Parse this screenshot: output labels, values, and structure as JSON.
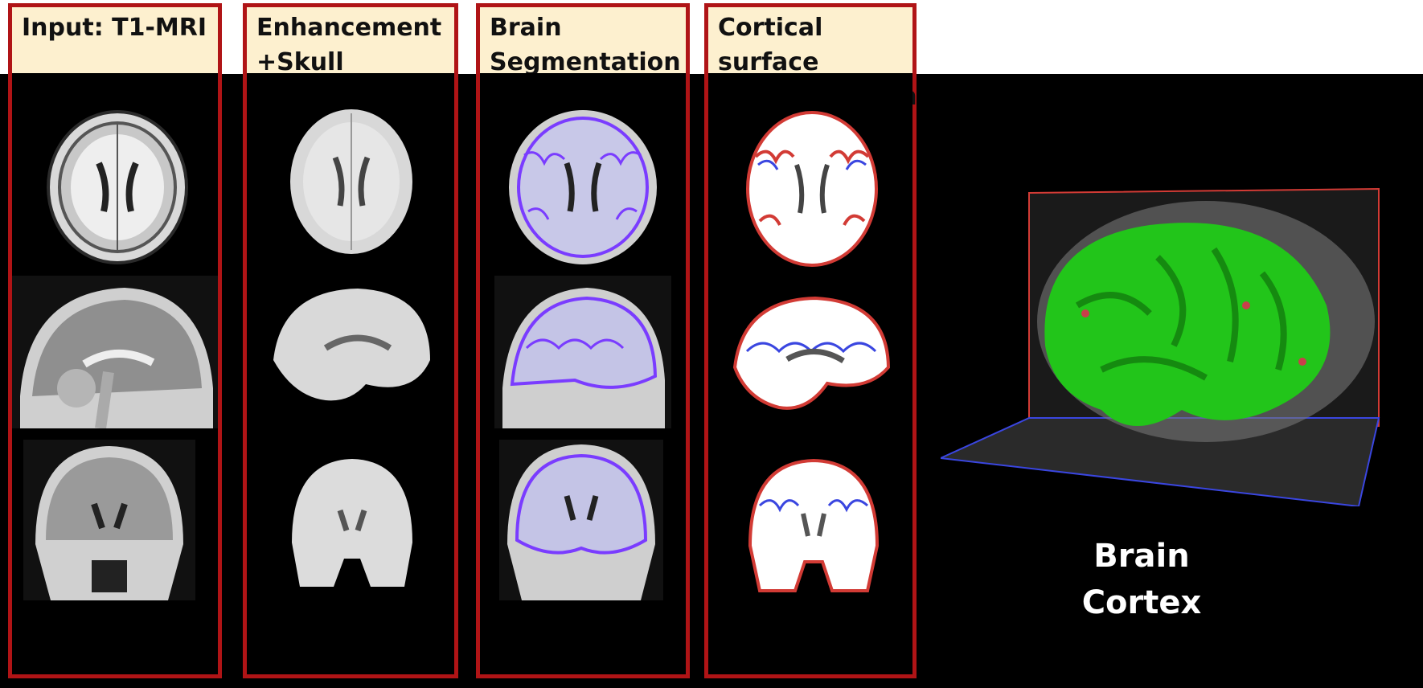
{
  "columns": [
    {
      "title": "Input: T1-MRI"
    },
    {
      "title": "Enhancement\n+Skull Stripping"
    },
    {
      "title": "Brain\nSegmentation"
    },
    {
      "title": "Cortical surface\nreconstruction"
    }
  ],
  "result": {
    "label": "Brain\nCortex"
  },
  "colors": {
    "frame": "#b01416",
    "header_bg": "#fdf0cf",
    "cortex": "#22c51a",
    "seg_contour": "#7a3cff",
    "surface_inner": "#3a46e0",
    "surface_outer": "#d23b35"
  },
  "icons": [
    "axial-mri-slice",
    "sagittal-mri-slice",
    "coronal-mri-slice",
    "3d-brain-cortex-render"
  ]
}
